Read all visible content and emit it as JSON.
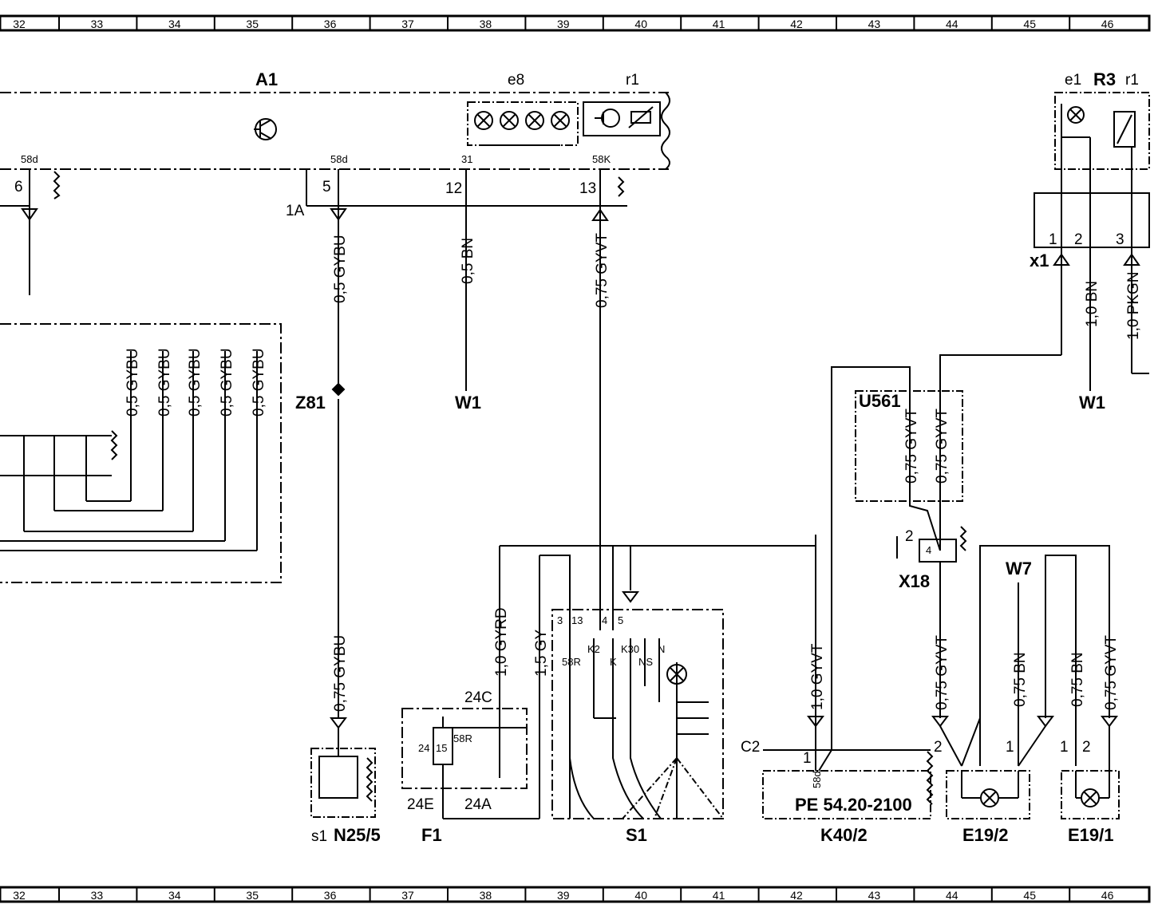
{
  "ruler": {
    "columns": [
      "32",
      "33",
      "34",
      "35",
      "36",
      "37",
      "38",
      "39",
      "40",
      "41",
      "42",
      "43",
      "44",
      "45",
      "46"
    ]
  },
  "components": {
    "a1": "A1",
    "e8": "e8",
    "r1_a": "r1",
    "e1": "e1",
    "r3": "R3",
    "r1_b": "r1",
    "x1": "x1",
    "z81": "Z81",
    "w1_a": "W1",
    "w1_b": "W1",
    "u561": "U561",
    "x18": "X18",
    "w7": "W7",
    "s1_small": "s1",
    "n25_5": "N25/5",
    "f1": "F1",
    "s1": "S1",
    "k40_2": "K40/2",
    "e19_2": "E19/2",
    "e19_1": "E19/1",
    "c2": "C2",
    "pe_ref": "PE  54.20-2100",
    "one_a": "1A"
  },
  "pins": {
    "p58d_a": "58d",
    "p6": "6",
    "p58d_b": "58d",
    "p5": "5",
    "p31": "31",
    "p12": "12",
    "p58k": "58K",
    "p13": "13",
    "x1_1": "1",
    "x1_2": "2",
    "x1_3": "3",
    "x18_2": "2",
    "x18_4": "4",
    "f1_24": "24",
    "f1_15": "15",
    "f1_58r": "58R",
    "f1_24c": "24C",
    "f1_24e": "24E",
    "f1_24a": "24A",
    "s1_3": "3",
    "s1_13": "13",
    "s1_4": "4",
    "s1_5": "5",
    "s1_58r": "58R",
    "s1_k2": "K2",
    "s1_k": "K",
    "s1_k30": "K30",
    "s1_ns": "NS",
    "s1_n": "N",
    "k40_1": "1",
    "k40_58d": "58d",
    "e19_2_2": "2",
    "e19_2_1": "1",
    "e19_1_1": "1",
    "e19_1_2": "2"
  },
  "wires": {
    "w_gybu_05": "0,5  GYBU",
    "w_bn_05": "0,5  BN",
    "w_gyvt_075": "0,75  GYVT",
    "w_bn_10": "1,0  BN",
    "w_pkgn_10": "1,0  PKGN",
    "w_gybu_b1": "0,5  GYBU",
    "w_gybu_b2": "0,5  GYBU",
    "w_gybu_b3": "0,5  GYBU",
    "w_gybu_b4": "0,5  GYBU",
    "w_gybu_b5": "0,5  GYBU",
    "w_u561_a": "0,75  GYVT",
    "w_u561_b": "0,75  GYVT",
    "w_gybu_075": "0,75  GYBU",
    "w_gyrd_10": "1,0  GYRD",
    "w_gy_15": "1,5  GY",
    "w_gyvt_10": "1,0  GYVT",
    "w_gyvt_075b": "0,75  GYVT",
    "w_bn_075a": "0,75  BN",
    "w_bn_075b": "0,75  BN",
    "w_gyvt_075c": "0,75  GYVT"
  }
}
